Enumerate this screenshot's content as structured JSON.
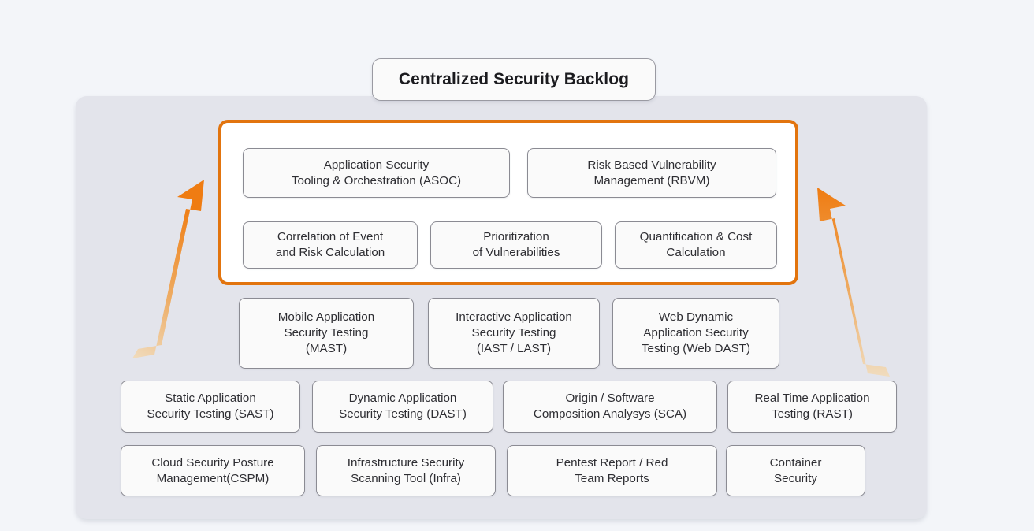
{
  "title": {
    "label": "Centralized Security Backlog"
  },
  "colors": {
    "page_background": "#f3f5f9",
    "panel_background": "#e3e4eb",
    "highlight_border": "#e2740e",
    "card_background": "#fafafa",
    "card_border": "#8b8b93",
    "text": "#2e2e33",
    "arrow_gradient_start": "#ef7c12",
    "arrow_gradient_end": "#efd9b6"
  },
  "highlight_group": {
    "name": "centralized-security-backlog-capabilities",
    "row1": [
      {
        "label": "Application Security\nTooling & Orchestration (ASOC)",
        "key": "asoc"
      },
      {
        "label": "Risk Based Vulnerability\nManagement (RBVM)",
        "key": "rbvm"
      }
    ],
    "row2": [
      {
        "label": "Correlation of Event\nand Risk Calculation",
        "key": "correlation"
      },
      {
        "label": "Prioritization\nof Vulnerabilities",
        "key": "prioritization"
      },
      {
        "label": "Quantification & Cost\nCalculation",
        "key": "quantification"
      }
    ]
  },
  "tool_rows": {
    "row3": [
      {
        "label": "Mobile Application\nSecurity Testing\n(MAST)",
        "key": "mast"
      },
      {
        "label": "Interactive Application\nSecurity Testing\n(IAST / LAST)",
        "key": "iast-last"
      },
      {
        "label": "Web Dynamic\nApplication Security\nTesting (Web DAST)",
        "key": "web-dast"
      }
    ],
    "row4": [
      {
        "label": "Static Application\nSecurity Testing (SAST)",
        "key": "sast"
      },
      {
        "label": "Dynamic Application\nSecurity Testing (DAST)",
        "key": "dast"
      },
      {
        "label": "Origin / Software\nComposition Analysys (SCA)",
        "key": "sca"
      },
      {
        "label": "Real Time Application\nTesting (RAST)",
        "key": "rast"
      }
    ],
    "row5": [
      {
        "label": "Cloud Security Posture\nManagement(CSPM)",
        "key": "cspm"
      },
      {
        "label": "Infrastructure Security\nScanning Tool (Infra)",
        "key": "infra"
      },
      {
        "label": "Pentest Report / Red\nTeam Reports",
        "key": "pentest"
      },
      {
        "label": "Container\nSecurity",
        "key": "container-security"
      }
    ]
  },
  "arrows": [
    {
      "name": "arrow-left-up",
      "direction": "up-right"
    },
    {
      "name": "arrow-right-up",
      "direction": "up-left"
    }
  ]
}
